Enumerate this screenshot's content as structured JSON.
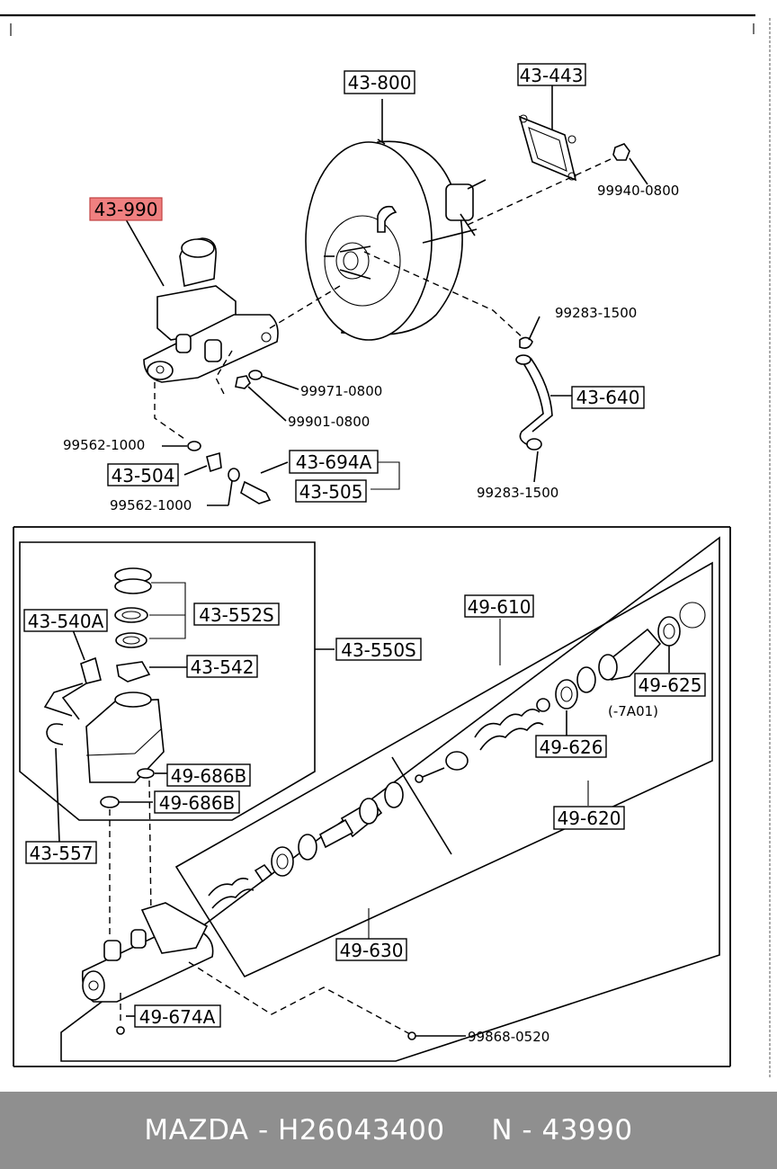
{
  "labels": {
    "booster": "43-800",
    "gasket": "43-443",
    "nut_booster": "99940-0800",
    "master_cyl": "43-990",
    "clip_a": "99283-1500",
    "hose": "43-640",
    "clip_b": "99283-1500",
    "washer_0800": "99971-0800",
    "nut_0800": "99901-0800",
    "washer_1000a": "99562-1000",
    "union": "43-504",
    "washer_1000b": "99562-1000",
    "bolt_a": "43-694A",
    "bolt_b": "43-505",
    "cap_set": "43-552S",
    "sensor": "43-540A",
    "grommet_set": "43-542",
    "reservoir_set": "43-550S",
    "piston_set": "49-610",
    "bushing_a": "49-686B",
    "bushing_b": "49-686B",
    "ring": "43-557",
    "seal_kit": "49-625",
    "seal_kit_note": "(-7A01)",
    "cup_626": "49-626",
    "secondary": "49-620",
    "primary": "49-630",
    "stop_bolt": "49-674A",
    "screw": "99868-0520"
  },
  "highlight_color": "#f08080",
  "footer": {
    "text": "MAZDA - H26043400     N - 43990"
  }
}
